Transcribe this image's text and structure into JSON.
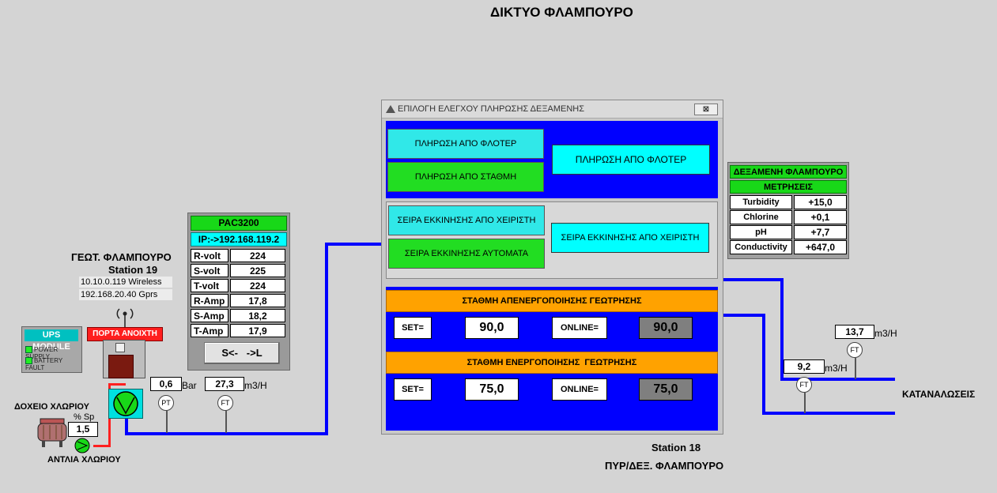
{
  "page_title": "ΔΙΚΤΥΟ ΦΛΑΜΠΟΥΡΟ",
  "left_station": {
    "name": "ΓΕΩΤ. ΦΛΑΜΠΟΥΡΟ",
    "station": "Station 19",
    "ip_wireless": "10.10.0.119 Wireless",
    "ip_gprs": "192.168.20.40 Gprs",
    "door_status": "ΠΟΡΤΑ ΑΝΟΙΧΤΗ"
  },
  "ups": {
    "title": "UPS MODULE",
    "power_supply": "POWER SUPPLY",
    "battery_fault": "BATTERY FAULT"
  },
  "pac": {
    "title": "PAC3200",
    "ip": "IP:->192.168.119.2",
    "rows": [
      {
        "label": "R-volt",
        "value": "224"
      },
      {
        "label": "S-volt",
        "value": "225"
      },
      {
        "label": "T-volt",
        "value": "224"
      },
      {
        "label": "R-Amp",
        "value": "17,8"
      },
      {
        "label": "S-Amp",
        "value": "18,2"
      },
      {
        "label": "T-Amp",
        "value": "17,9"
      }
    ],
    "switch_button": "S<-   ->L"
  },
  "instruments": {
    "pressure_value": "0,6",
    "pressure_unit": "Bar",
    "flow_value": "27,3",
    "flow_unit": "m3/H",
    "pt_label": "PT",
    "ft_label": "FT",
    "right_flow1_value": "13,7",
    "right_flow1_unit": "m3/H",
    "right_flow2_value": "9,2",
    "right_flow2_unit": "m3/H"
  },
  "chlorine": {
    "tank_label": "ΔΟΧΕΙΟ ΧΛΩΡΙΟΥ",
    "percent_label": "% Sp",
    "value": "1,5",
    "pump_label": "ΑΝΤΛΙΑ ΧΛΩΡΙΟΥ"
  },
  "dialog": {
    "title": "ΕΠΙΛΟΓΗ ΕΛΕΓΧΟΥ ΠΛΗΡΩΣΗΣ ΔΕΞΑΜΕΝΗΣ",
    "close_label": "⊠",
    "fill_float_btn": "ΠΛΗΡΩΣΗ ΑΠΟ ΦΛΟΤΕΡ",
    "fill_level_btn": "ΠΛΗΡΩΣΗ ΑΠΟ ΣΤΑΘΜΗ",
    "fill_mode_indicator": "ΠΛΗΡΩΣΗ ΑΠΟ ΦΛΟΤΕΡ",
    "start_manual_btn": "ΣΕΙΡΑ ΕΚΚΙΝΗΣΗΣ ΑΠΟ ΧΕΙΡΙΣΤΗ",
    "start_auto_btn": "ΣΕΙΡΑ ΕΚΚΙΝΗΣΗΣ ΑΥΤΟΜΑΤΑ",
    "start_mode_indicator": "ΣΕΙΡΑ ΕΚΚΙΝΗΣΗΣ ΑΠΟ ΧΕΙΡΙΣΤΗ",
    "deactivation_title": "ΣΤΑΘΜΗ ΑΠΕΝΕΡΓΟΠΟΙΗΣΗΣ ΓΕΩΤΡΗΣΗΣ",
    "activation_title": "ΣΤΑΘΜΗ ΕΝΕΡΓΟΠΟΙΗΣΗΣ  ΓΕΩΤΡΗΣΗΣ",
    "set_label": "SET=",
    "online_label": "ONLINE=",
    "deactivation_set": "90,0",
    "deactivation_online": "90,0",
    "activation_set": "75,0",
    "activation_online": "75,0"
  },
  "tank": {
    "title": "ΔΕΞΑΜΕΝΗ ΦΛΑΜΠΟΥΡΟ",
    "subtitle": "ΜΕΤΡΗΣΕΙΣ",
    "rows": [
      {
        "label": "Turbidity",
        "value": "+15,0"
      },
      {
        "label": "Chlorine",
        "value": "+0,1"
      },
      {
        "label": "pH",
        "value": "+7,7"
      },
      {
        "label": "Conductivity",
        "value": "+647,0"
      }
    ]
  },
  "right_station": {
    "station": "Station 18",
    "name": "ΠΥΡ/ΔΕΞ. ΦΛΑΜΠΟΥΡΟ",
    "consumers": "ΚΑΤΑΝΑΛΩΣΕΙΣ"
  },
  "colors": {
    "pipe": "#0000ff",
    "chlorine_line": "#ff2020",
    "active_green": "#22dd22",
    "indicator_cyan": "#00ffff",
    "level_orange": "#ffa200"
  }
}
